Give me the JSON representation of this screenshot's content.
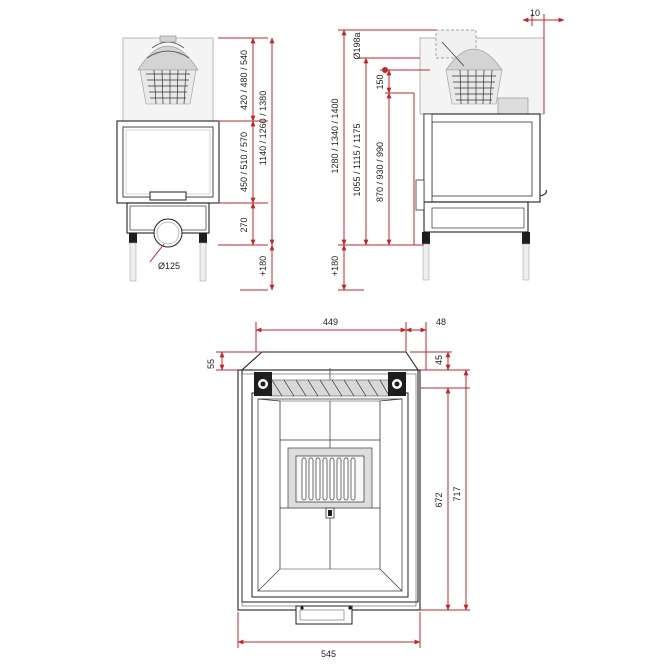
{
  "front_view": {
    "dims": {
      "top_height": "420 / 480 / 540",
      "door_height": "450 / 510 / 570",
      "base_height": "270",
      "total_body": "1140 / 1260 / 1380",
      "leg": "+180",
      "flue_diameter": "Ø125"
    }
  },
  "side_view": {
    "dims": {
      "width_offset": "10",
      "outlet_diameter": "Ø198a",
      "outlet_offset": "150",
      "total_height": "1280 / 1340 / 1400",
      "mid_height": "1055 / 1115 / 1175",
      "lower_height": "870 / 930 / 990",
      "leg": "+180"
    }
  },
  "plan_view": {
    "dims": {
      "top_width": "449",
      "side_offset": "48",
      "top_depth_left": "55",
      "top_depth_right": "45",
      "inner_depth": "672",
      "total_depth": "717",
      "total_width": "545"
    }
  },
  "colors": {
    "dimension_line": "#c0272d",
    "outline": "#222222"
  }
}
